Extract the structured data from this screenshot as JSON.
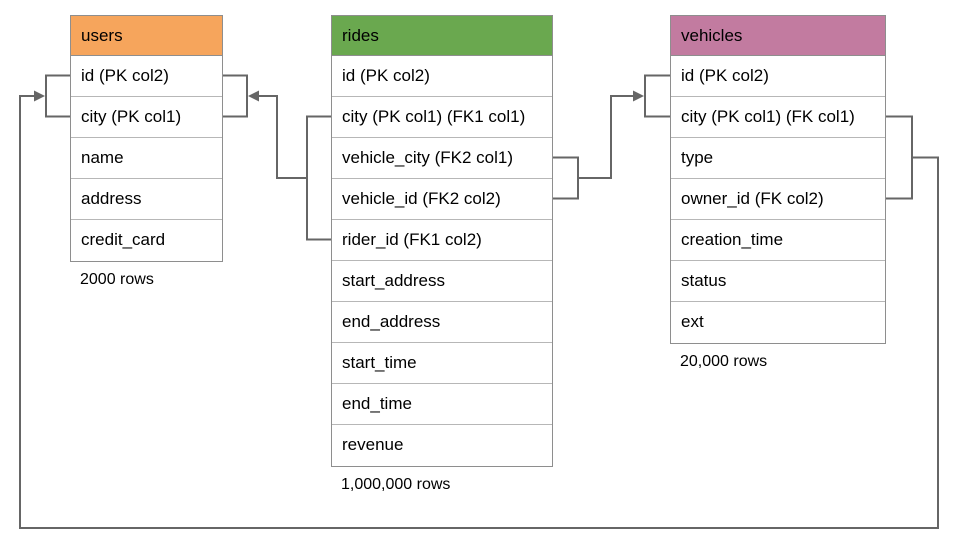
{
  "diagram": {
    "tables": [
      {
        "name": "users",
        "header_color": "#F6A55C",
        "columns": [
          "id (PK col2)",
          "city (PK col1)",
          "name",
          "address",
          "credit_card"
        ],
        "row_count": "2000 rows"
      },
      {
        "name": "rides",
        "header_color": "#6AA84F",
        "columns": [
          "id (PK col2)",
          "city (PK col1) (FK1 col1)",
          "vehicle_city (FK2 col1)",
          "vehicle_id (FK2 col2)",
          "rider_id (FK1 col2)",
          "start_address",
          "end_address",
          "start_time",
          "end_time",
          "revenue"
        ],
        "row_count": "1,000,000 rows"
      },
      {
        "name": "vehicles",
        "header_color": "#C27BA0",
        "columns": [
          "id (PK col2)",
          "city (PK col1) (FK col1)",
          "type",
          "owner_id (FK col2)",
          "creation_time",
          "status",
          "ext"
        ],
        "row_count": "20,000 rows"
      }
    ],
    "relationships": [
      {
        "label": "FK1",
        "from": "rides (city, rider_id)",
        "to": "users (id, city)"
      },
      {
        "label": "FK2",
        "from": "rides (vehicle_city, vehicle_id)",
        "to": "vehicles (id, city)"
      },
      {
        "label": "FK",
        "from": "vehicles (city, owner_id)",
        "to": "users (id, city)"
      }
    ],
    "colors": {
      "connector": "#666666",
      "users_header": "#F6A55C",
      "rides_header": "#6AA84F",
      "vehicles_header": "#C27BA0",
      "table_border": "#8e8e8e",
      "row_divider": "#b7b7b7"
    }
  }
}
